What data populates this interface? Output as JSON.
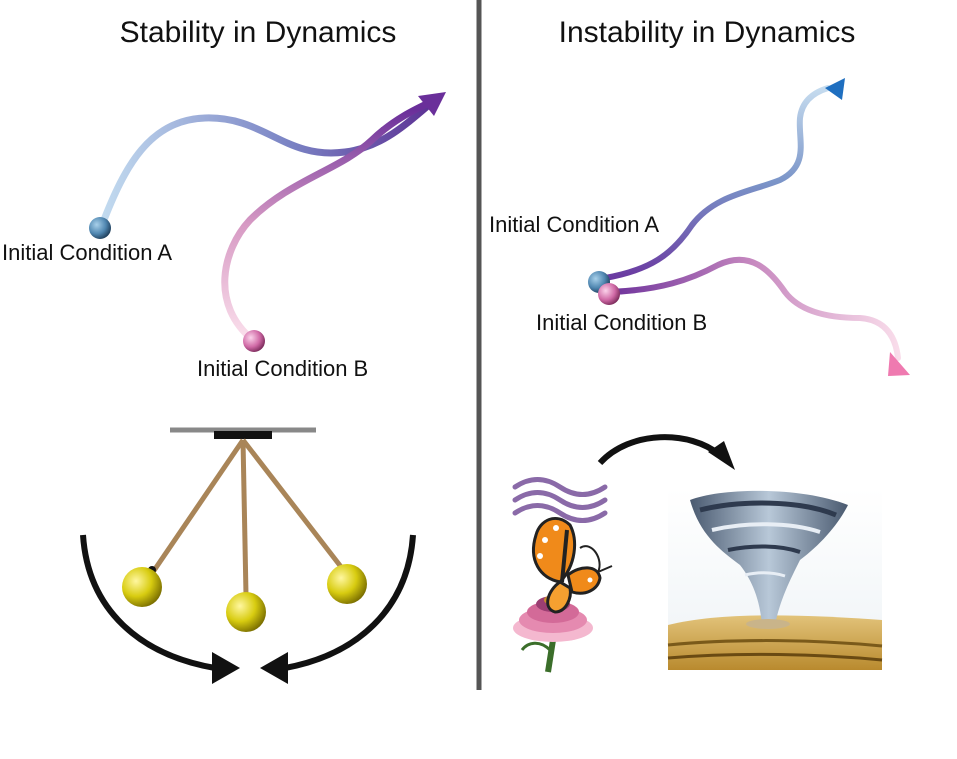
{
  "left_panel": {
    "title": "Stability in Dynamics",
    "label_a": "Initial Condition A",
    "label_b": "Initial Condition B"
  },
  "right_panel": {
    "title": "Instability in Dynamics",
    "label_a": "Initial Condition A",
    "label_b": "Initial Condition B"
  },
  "colors": {
    "condition_a": "#4f86b0",
    "condition_b": "#d06aa6",
    "converged": "#6a2f9a",
    "divider": "#555555",
    "pendulum_bob": "#d8cc10",
    "pendulum_rod": "#a98558"
  },
  "icons": [
    "pendulum-icon",
    "butterfly-icon",
    "flower-icon",
    "tornado-icon",
    "wind-waves-icon"
  ]
}
